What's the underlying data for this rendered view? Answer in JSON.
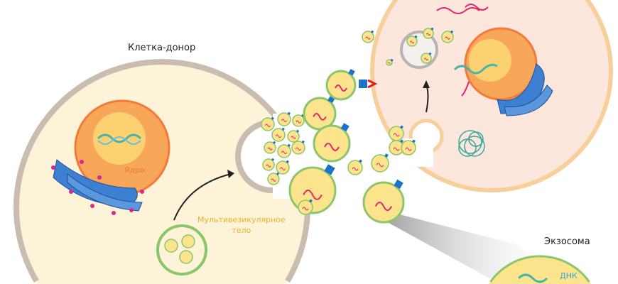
{
  "labels": {
    "donor_cell": "Клетка-донор",
    "nucleus": "Ядро",
    "mvb_line1": "Мультивезикулярное",
    "mvb_line2": "тело",
    "exosome": "Экзосома",
    "dna": "ДНК"
  },
  "colors": {
    "cytoplasm_donor": "#fdf3d8",
    "cytoplasm_recipient": "#fde6dc",
    "membrane": "#c9bdb0",
    "nucleus": "#f7a65a",
    "nucleolus": "#fcd271",
    "vesicle_fill": "#fbe48c",
    "vesicle_border": "#8cc56a",
    "golgi": "#3d7fd0",
    "receptor": "#1a73c9",
    "rna": "#e8246b"
  }
}
